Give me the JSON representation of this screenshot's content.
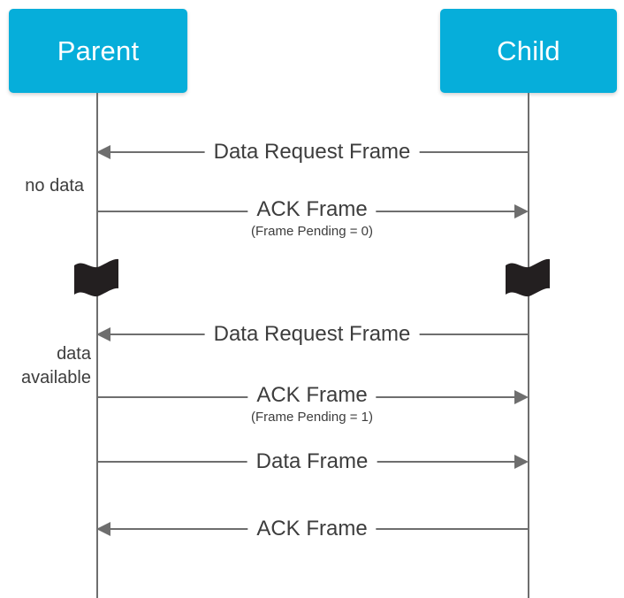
{
  "diagram": {
    "title_visible": false,
    "colors": {
      "actor_fill": "#06aeda",
      "actor_text": "#ffffff",
      "line": "#6e6e6e",
      "label_text": "#3d3d3d",
      "break_fill": "#231f20",
      "background": "#ffffff"
    },
    "actors": [
      {
        "id": "parent",
        "label": "Parent"
      },
      {
        "id": "child",
        "label": "Child"
      }
    ],
    "side_notes": [
      {
        "id": "no-data",
        "text": "no data"
      },
      {
        "id": "data-available",
        "text": "data\navailable"
      }
    ],
    "messages": [
      {
        "id": "data-request-frame-1",
        "label": "Data Request Frame",
        "sublabel": "",
        "from": "child",
        "to": "parent",
        "direction": "left"
      },
      {
        "id": "ack-frame-pending-0",
        "label": "ACK Frame",
        "sublabel": "(Frame Pending = 0)",
        "from": "parent",
        "to": "child",
        "direction": "right"
      },
      {
        "id": "data-request-frame-2",
        "label": "Data Request Frame",
        "sublabel": "",
        "from": "child",
        "to": "parent",
        "direction": "left"
      },
      {
        "id": "ack-frame-pending-1",
        "label": "ACK Frame",
        "sublabel": "(Frame Pending = 1)",
        "from": "parent",
        "to": "child",
        "direction": "right"
      },
      {
        "id": "data-frame",
        "label": "Data Frame",
        "sublabel": "",
        "from": "parent",
        "to": "child",
        "direction": "right"
      },
      {
        "id": "ack-frame-final",
        "label": "ACK Frame",
        "sublabel": "",
        "from": "child",
        "to": "parent",
        "direction": "left"
      }
    ],
    "break_markers": [
      {
        "id": "break-parent",
        "on_actor": "parent"
      },
      {
        "id": "break-child",
        "on_actor": "child"
      }
    ]
  }
}
